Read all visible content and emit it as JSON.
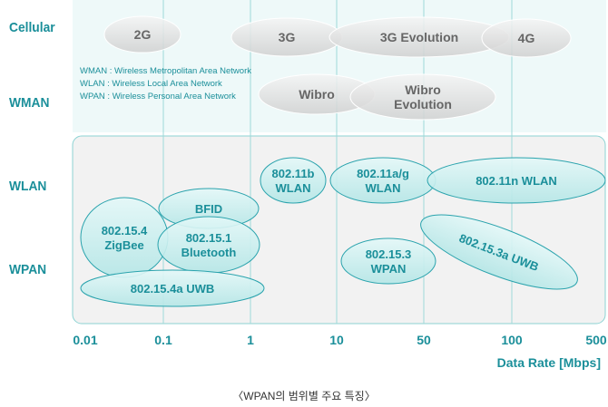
{
  "categories": [
    "Cellular",
    "WMAN",
    "WLAN",
    "WPAN"
  ],
  "ticks": [
    "0.01",
    "0.1",
    "1",
    "10",
    "50",
    "100",
    "500"
  ],
  "axis_title": "Data Rate [Mbps]",
  "legend": [
    "WMAN : Wireless Metropolitan Area Network",
    "WLAN :  Wireless Local Area Network",
    "WPAN : Wireless Personal Area Network"
  ],
  "caption": "〈WPAN의 범위별 주요 특징〉",
  "technologies": [
    {
      "id": "2g",
      "lines": [
        "2G"
      ],
      "group": "Cellular"
    },
    {
      "id": "3g",
      "lines": [
        "3G"
      ],
      "group": "Cellular"
    },
    {
      "id": "3g-evolution",
      "lines": [
        "3G Evolution"
      ],
      "group": "Cellular"
    },
    {
      "id": "4g",
      "lines": [
        "4G"
      ],
      "group": "Cellular"
    },
    {
      "id": "wibro",
      "lines": [
        "Wibro"
      ],
      "group": "WMAN"
    },
    {
      "id": "wibro-evolution",
      "lines": [
        "Wibro",
        "Evolution"
      ],
      "group": "WMAN"
    },
    {
      "id": "802-11b",
      "lines": [
        "802.11b",
        "WLAN"
      ],
      "group": "WLAN"
    },
    {
      "id": "802-11ag",
      "lines": [
        "802.11a/g",
        "WLAN"
      ],
      "group": "WLAN"
    },
    {
      "id": "802-11n",
      "lines": [
        "802.11n WLAN"
      ],
      "group": "WLAN"
    },
    {
      "id": "bfid",
      "lines": [
        "BFID"
      ],
      "group": "WPAN"
    },
    {
      "id": "zigbee",
      "lines": [
        "802.15.4",
        "ZigBee"
      ],
      "group": "WPAN"
    },
    {
      "id": "bluetooth",
      "lines": [
        "802.15.1",
        "Bluetooth"
      ],
      "group": "WPAN"
    },
    {
      "id": "802-15-4a",
      "lines": [
        "802.15.4a UWB"
      ],
      "group": "WPAN"
    },
    {
      "id": "802-15-3",
      "lines": [
        "802.15.3",
        "WPAN"
      ],
      "group": "WPAN"
    },
    {
      "id": "802-15-3a",
      "lines": [
        "802.15.3a UWB"
      ],
      "group": "WPAN"
    }
  ],
  "colors": {
    "teal": "#1b8f9a",
    "cellular_fill": "#dcdcdc",
    "wlan_fill": "#c9efef",
    "panel_fill": "#f2f2f2",
    "top_panel_fill": "#eef9f9"
  }
}
